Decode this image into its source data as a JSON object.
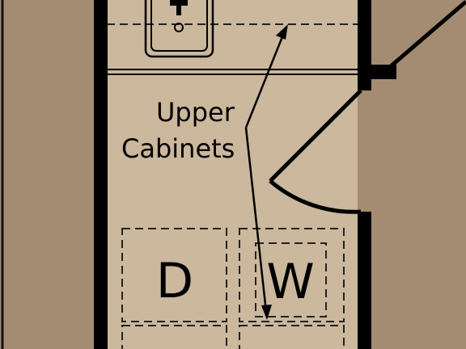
{
  "labels": {
    "upper": "Upper",
    "cabinets": "Cabinets",
    "dryer": "D",
    "washer": "W"
  },
  "colors": {
    "room_floor": "#cbb89d",
    "exterior": "#a38c72",
    "wall": "#000000",
    "dashed_line": "#222222"
  }
}
